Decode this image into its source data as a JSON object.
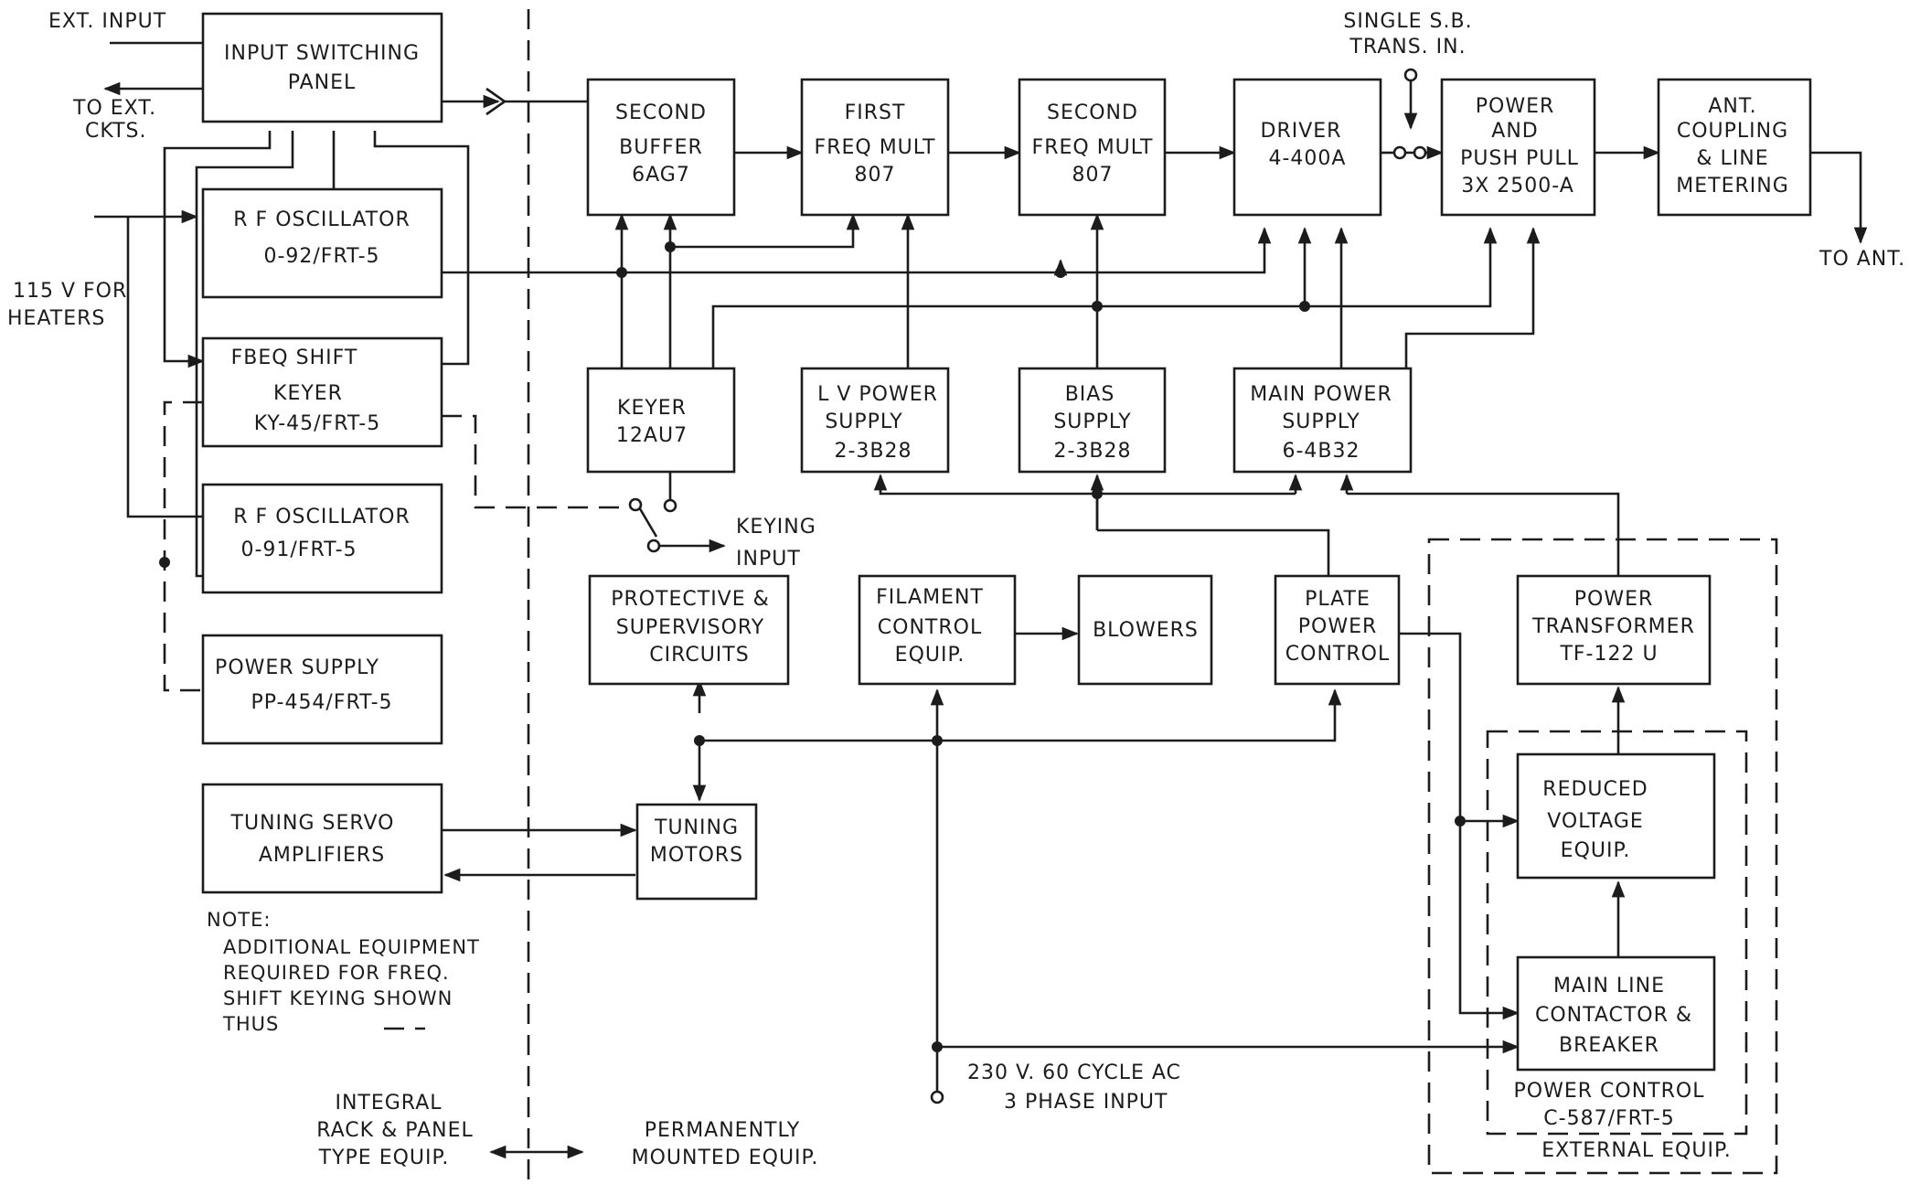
{
  "labels": {
    "ext_input": "EXT. INPUT",
    "to_ext_ckts_1": "TO EXT.",
    "to_ext_ckts_2": "CKTS.",
    "heaters_1": "115 V FOR",
    "heaters_2": "HEATERS",
    "single_sb_1": "SINGLE S.B.",
    "single_sb_2": "TRANS. IN.",
    "to_ant": "TO ANT.",
    "keying_input_1": "KEYING",
    "keying_input_2": "INPUT",
    "ac_input_1": "230 V. 60 CYCLE AC",
    "ac_input_2": "3 PHASE INPUT",
    "integral_1": "INTEGRAL",
    "integral_2": "RACK & PANEL",
    "integral_3": "TYPE EQUIP.",
    "permanent_1": "PERMANENTLY",
    "permanent_2": "MOUNTED EQUIP.",
    "external_equip": "EXTERNAL EQUIP.",
    "power_control_1": "POWER CONTROL",
    "power_control_2": "C-587/FRT-5",
    "note_1": "NOTE:",
    "note_2": "ADDITIONAL EQUIPMENT",
    "note_3": "REQUIRED FOR FREQ.",
    "note_4": "SHIFT KEYING SHOWN",
    "note_5": "THUS"
  },
  "blocks": {
    "input_switching": [
      "INPUT SWITCHING",
      "PANEL"
    ],
    "rf_osc_92": [
      "R F OSCILLATOR",
      "0-92/FRT-5"
    ],
    "freq_shift_keyer": [
      "FBEQ  SHIFT",
      "KEYER",
      "KY-45/FRT-5"
    ],
    "rf_osc_91": [
      "R F OSCILLATOR",
      "0-91/FRT-5"
    ],
    "power_supply_454": [
      "POWER  SUPPLY",
      "PP-454/FRT-5"
    ],
    "tuning_servo": [
      "TUNING SERVO",
      "AMPLIFIERS"
    ],
    "second_buffer": [
      "SECOND",
      "BUFFER",
      "6AG7"
    ],
    "first_freq_mult": [
      "FIRST",
      "FREQ MULT",
      "807"
    ],
    "second_freq_mult": [
      "SECOND",
      "FREQ MULT",
      "807"
    ],
    "driver": [
      "DRIVER",
      "4-400A"
    ],
    "power_push_pull": [
      "POWER",
      "AND",
      "PUSH PULL",
      "3X 2500-A"
    ],
    "ant_coupling": [
      "ANT.",
      "COUPLING",
      "& LINE",
      "METERING"
    ],
    "keyer_12au7": [
      "KEYER",
      "12AU7"
    ],
    "lv_power_supply": [
      "L V POWER",
      "SUPPLY",
      "2-3B28"
    ],
    "bias_supply": [
      "BIAS",
      "SUPPLY",
      "2-3B28"
    ],
    "main_power_supply": [
      "MAIN POWER",
      "SUPPLY",
      "6-4B32"
    ],
    "protective": [
      "PROTECTIVE &",
      "SUPERVISORY",
      "CIRCUITS"
    ],
    "filament_control": [
      "FILAMENT",
      "CONTROL",
      "EQUIP."
    ],
    "blowers": [
      "BLOWERS"
    ],
    "plate_power_control": [
      "PLATE",
      "POWER",
      "CONTROL"
    ],
    "power_transformer": [
      "POWER",
      "TRANSFORMER",
      "TF-122 U"
    ],
    "tuning_motors": [
      "TUNING",
      "MOTORS"
    ],
    "reduced_voltage": [
      "REDUCED",
      "VOLTAGE",
      "EQUIP."
    ],
    "main_line_contactor": [
      "MAIN LINE",
      "CONTACTOR &",
      "BREAKER"
    ]
  },
  "colors": {
    "ink": "#1c1c1c",
    "paper": "#ffffff"
  }
}
